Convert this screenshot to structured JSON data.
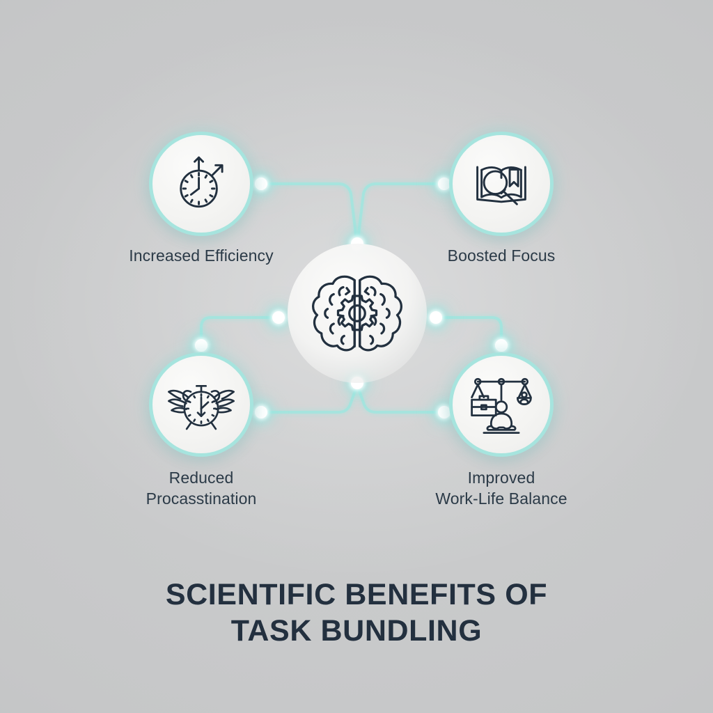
{
  "meta": {
    "background_color": "#c9cacb",
    "accent_color": "#a6e4de",
    "ink_color": "#23303f",
    "node_fill_color": "#f4f4f2"
  },
  "title": {
    "line1": "SCIENTIFIC BENEFITS OF",
    "line2": "TASK BUNDLING"
  },
  "center": {
    "icon": "brain-gear-icon",
    "label": ""
  },
  "benefits": [
    {
      "id": "efficiency",
      "icon": "clock-with-up-arrows-icon",
      "label_line1": "Increased Efficiency",
      "label_line2": ""
    },
    {
      "id": "focus",
      "icon": "book-magnifier-bookmark-icon",
      "label_line1": "Boosted Focus",
      "label_line2": ""
    },
    {
      "id": "procrastination",
      "icon": "winged-alarm-clock-icon",
      "label_line1": "Reduced",
      "label_line2": "Procasstination"
    },
    {
      "id": "balance",
      "icon": "scales-briefcase-meditation-icon",
      "label_line1": "Improved",
      "label_line2": "Work-Life Balance"
    }
  ],
  "connectors": [
    {
      "id": "top-left-to-hub",
      "from": "efficiency",
      "to": "center"
    },
    {
      "id": "top-right-to-hub",
      "from": "focus",
      "to": "center"
    },
    {
      "id": "bottom-left-to-hub",
      "from": "procrastination",
      "to": "center"
    },
    {
      "id": "bottom-right-to-hub",
      "from": "balance",
      "to": "center"
    }
  ]
}
